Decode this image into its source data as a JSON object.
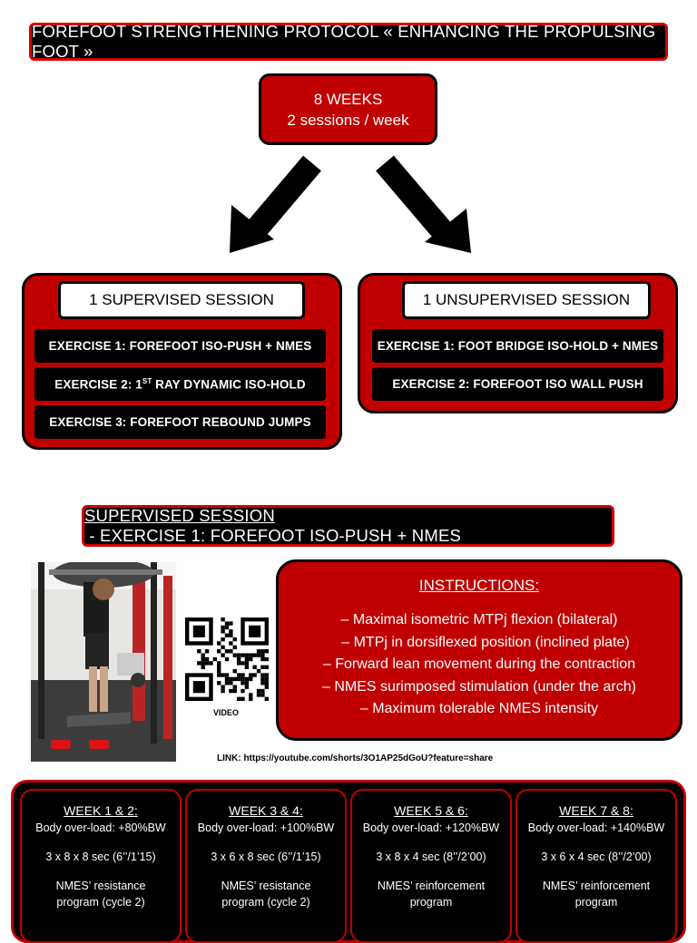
{
  "title": "FOREFOOT STRENGTHENING PROTOCOL « ENHANCING THE PROPULSING FOOT »",
  "duration": {
    "line1": "8 WEEKS",
    "line2": "2 sessions / week"
  },
  "supervised": {
    "header": "1 SUPERVISED SESSION",
    "exercises": [
      {
        "prefix": "EXERCISE 1: FOREFOOT ISO-PUSH + NMES",
        "sup": "",
        "suffix": ""
      },
      {
        "prefix": "EXERCISE 2: 1",
        "sup": "ST",
        "suffix": " RAY DYNAMIC ISO-HOLD"
      },
      {
        "prefix": "EXERCISE 3: FOREFOOT REBOUND JUMPS",
        "sup": "",
        "suffix": ""
      }
    ]
  },
  "unsupervised": {
    "header": "1 UNSUPERVISED SESSION",
    "exercises": [
      "EXERCISE 1: FOOT BRIDGE ISO-HOLD + NMES",
      "EXERCISE 2: FOREFOOT ISO WALL PUSH"
    ]
  },
  "section": {
    "underlined": "SUPERVISED SESSION",
    "rest": " - EXERCISE 1: FOREFOOT ISO-PUSH + NMES"
  },
  "video_label": "VIDEO",
  "link": "LINK: https://youtube.com/shorts/3O1AP25dGoU?feature=share",
  "instructions": {
    "heading": "INSTRUCTIONS:",
    "lines": [
      "– Maximal isometric MTPj flexion (bilateral)",
      "– MTPj in dorsiflexed position (inclined plate)",
      "– Forward lean movement during the contraction",
      "– NMES surimposed stimulation (under the arch)",
      "– Maximum tolerable NMES intensity"
    ]
  },
  "weeks": [
    {
      "title": "WEEK 1 & 2:",
      "load": "Body over-load: +80%BW",
      "sets": "3 x 8 x 8 sec (6’’/1’15)",
      "nmes1": "NMES’ resistance",
      "nmes2": "program (cycle 2)"
    },
    {
      "title": "WEEK 3 & 4:",
      "load": "Body over-load: +100%BW",
      "sets": "3 x 6 x 8 sec (6’’/1’15)",
      "nmes1": "NMES’ resistance",
      "nmes2": "program (cycle 2)"
    },
    {
      "title": "WEEK 5 & 6:",
      "load": "Body over-load: +120%BW",
      "sets": "3 x 8 x 4 sec (8’’/2’00)",
      "nmes1": "NMES’ reinforcement",
      "nmes2": "program"
    },
    {
      "title": "WEEK 7 & 8:",
      "load": "Body over-load: +140%BW",
      "sets": "3 x 6 x 4 sec (8’’/2’00)",
      "nmes1": "NMES’ reinforcement",
      "nmes2": "program"
    }
  ],
  "colors": {
    "red": "#c00000",
    "black": "#000000",
    "white": "#ffffff"
  }
}
